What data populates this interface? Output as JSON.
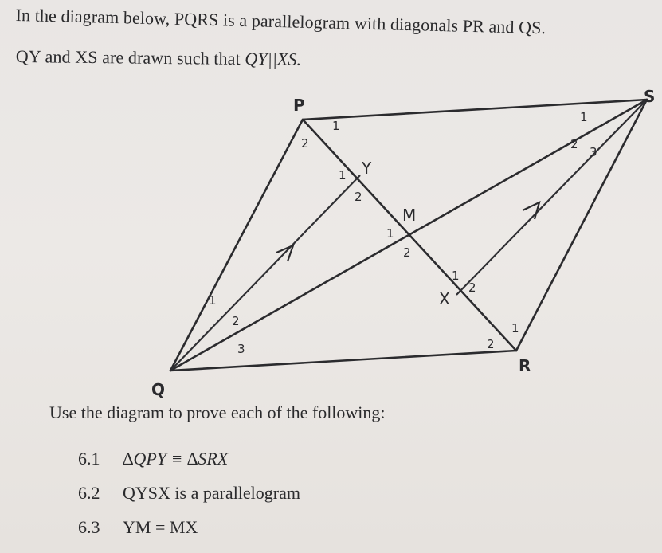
{
  "intro": {
    "line1": "In the diagram below, PQRS is a parallelogram with diagonals PR and QS.",
    "line2_text": "QY and XS are drawn such that ",
    "line2_math": "QY||XS."
  },
  "diagram": {
    "vertices": {
      "P": "P",
      "Q": "Q",
      "R": "R",
      "S": "S",
      "Y": "Y",
      "M": "M",
      "X": "X"
    },
    "angle_labels": {
      "P1": "1",
      "P2": "2",
      "Y1": "1",
      "Y2": "2",
      "M1": "1",
      "M2": "2",
      "X1": "1",
      "X2": "2",
      "R1": "1",
      "R2": "2",
      "S1": "1",
      "S2": "2",
      "S3": "3",
      "Q1": "1",
      "Q2": "2",
      "Q3": "3"
    }
  },
  "tasks": {
    "intro": "Use the diagram to prove each of the following:",
    "items": [
      {
        "number": "6.1",
        "text": "∆QPY ≡ ∆SRX"
      },
      {
        "number": "6.2",
        "text": "QYSX is a parallelogram"
      },
      {
        "number": "6.3",
        "text": "YM = MX"
      }
    ]
  }
}
